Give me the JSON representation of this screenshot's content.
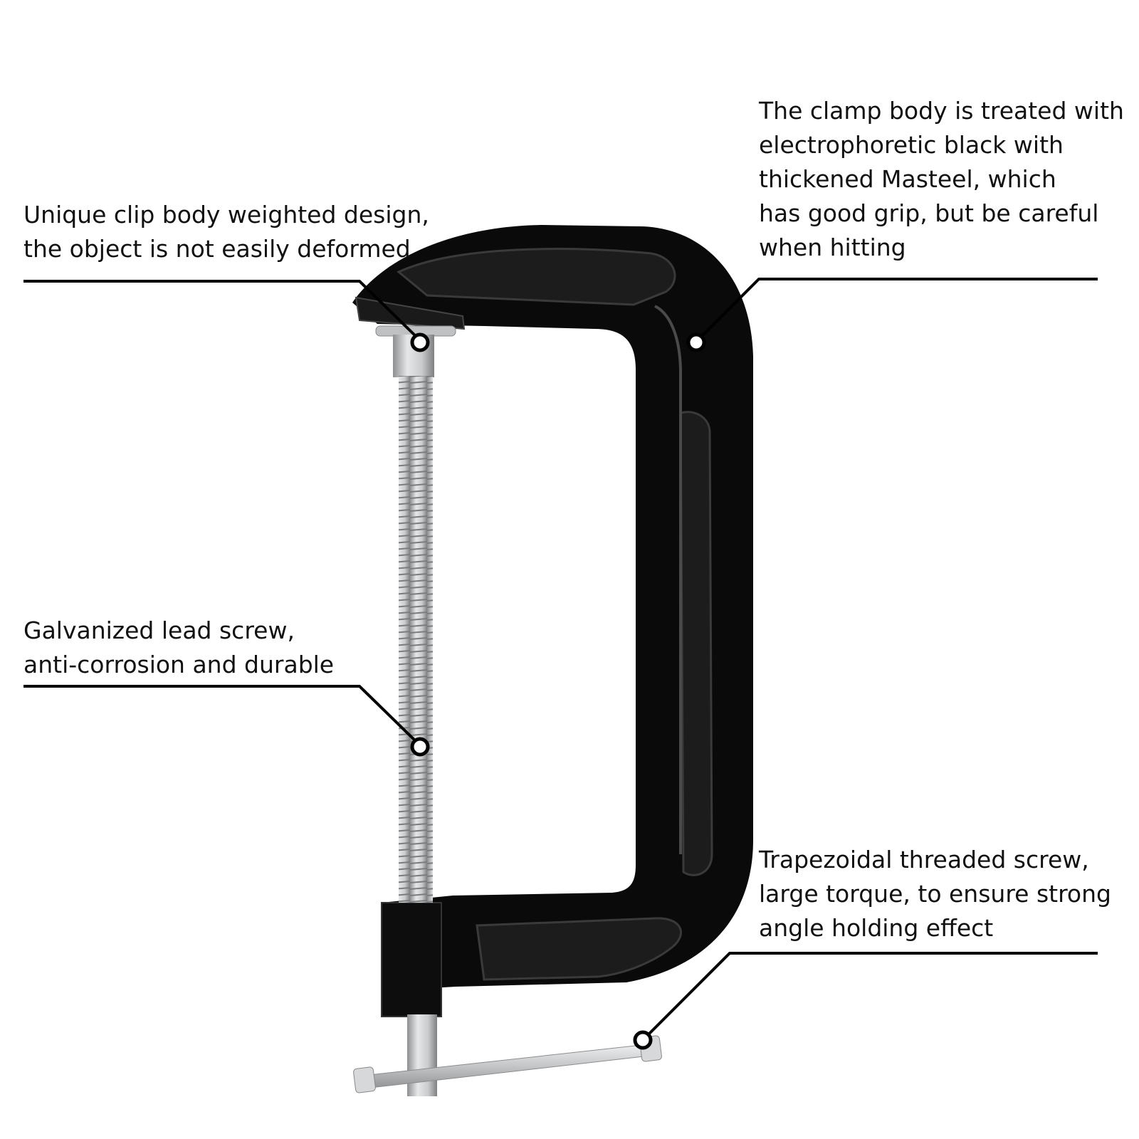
{
  "product": {
    "image_name": "c-clamp-illustration",
    "colors": {
      "body": "#0a0a0a",
      "body_highlight": "#3a3a3a",
      "screw": "#c9cbcd",
      "screw_dark": "#8c8e90",
      "leader_line": "#000000",
      "marker_fill": "#ffffff"
    }
  },
  "callouts": [
    {
      "id": "weighted-design",
      "lines": [
        "Unique clip body weighted design,",
        "the object is not easily deformed"
      ]
    },
    {
      "id": "electrophoretic-body",
      "lines": [
        "The clamp body is treated with",
        "electrophoretic black with",
        "thickened Masteel, which",
        "has good grip, but be careful",
        "when hitting"
      ]
    },
    {
      "id": "galvanized-screw",
      "lines": [
        "Galvanized lead screw,",
        "anti-corrosion and durable"
      ]
    },
    {
      "id": "trapezoidal-screw",
      "lines": [
        "Trapezoidal threaded screw,",
        "large torque, to ensure strong",
        "angle holding effect"
      ]
    }
  ]
}
